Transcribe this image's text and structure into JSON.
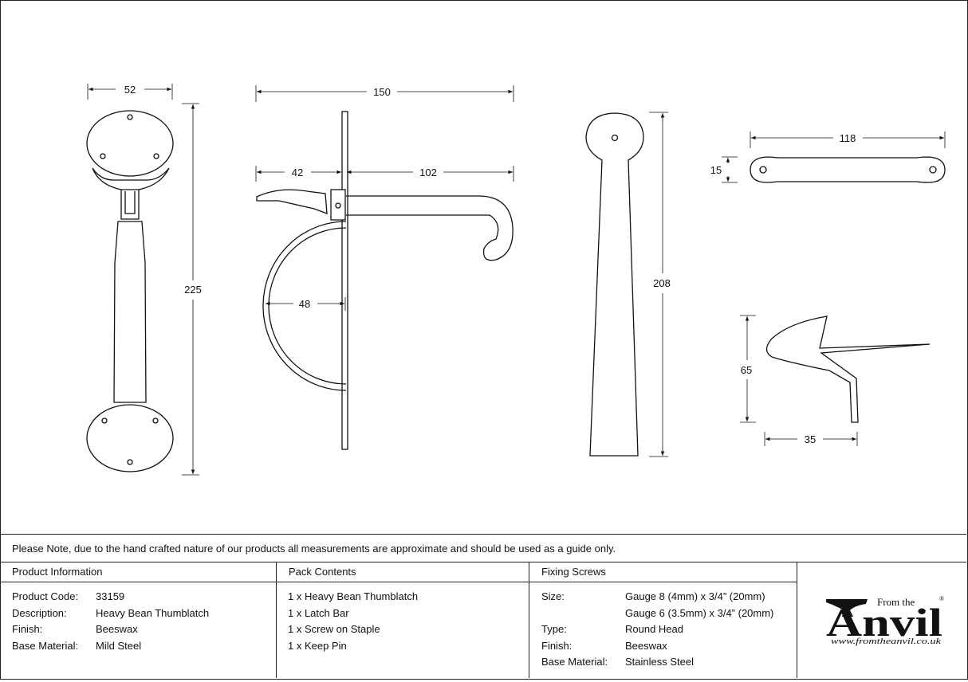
{
  "note": "Please Note, due to the hand crafted nature of our products all measurements are approximate and should be used as a guide only.",
  "dimensions": {
    "handle_width": "52",
    "handle_height": "225",
    "side_width": "150",
    "side_front": "42",
    "side_back": "102",
    "side_depth": "48",
    "back_height": "208",
    "bar_length": "118",
    "bar_height": "15",
    "pin_height": "65",
    "pin_width": "35"
  },
  "product_info": {
    "header": "Product Information",
    "rows": [
      {
        "label": "Product Code:",
        "value": "33159"
      },
      {
        "label": "Description:",
        "value": "Heavy Bean Thumblatch"
      },
      {
        "label": "Finish:",
        "value": "Beeswax"
      },
      {
        "label": "Base Material:",
        "value": "Mild Steel"
      }
    ]
  },
  "pack_contents": {
    "header": "Pack Contents",
    "items": [
      "1 x Heavy Bean Thumblatch",
      "1 x Latch Bar",
      "1 x Screw on Staple",
      "1 x Keep Pin"
    ]
  },
  "fixing_screws": {
    "header": "Fixing Screws",
    "size_label": "Size:",
    "size_values": [
      "Gauge 8 (4mm) x 3/4” (20mm)",
      "Gauge 6 (3.5mm) x 3/4” (20mm)"
    ],
    "rows": [
      {
        "label": "Type:",
        "value": "Round Head"
      },
      {
        "label": "Finish:",
        "value": "Beeswax"
      },
      {
        "label": "Base Material:",
        "value": "Stainless Steel"
      }
    ]
  },
  "logo": {
    "from_the": "From the",
    "name": "Anvil",
    "registered": "®",
    "url": "www.fromtheanvil.co.uk"
  }
}
